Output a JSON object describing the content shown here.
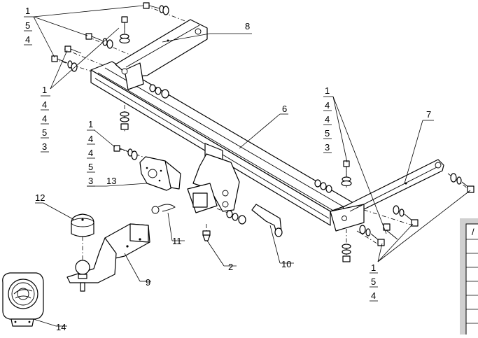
{
  "labels": {
    "one": "1",
    "two": "2",
    "three": "3",
    "four": "4",
    "five": "5",
    "six": "6",
    "seven": "7",
    "eight": "8",
    "nine": "9",
    "ten": "10",
    "eleven": "11",
    "twelve": "12",
    "thirteen": "13",
    "fourteen": "14"
  },
  "table_fragment": {
    "corner_mark": "/"
  },
  "icons": {
    "emblem": "skoda-logo-icon"
  }
}
